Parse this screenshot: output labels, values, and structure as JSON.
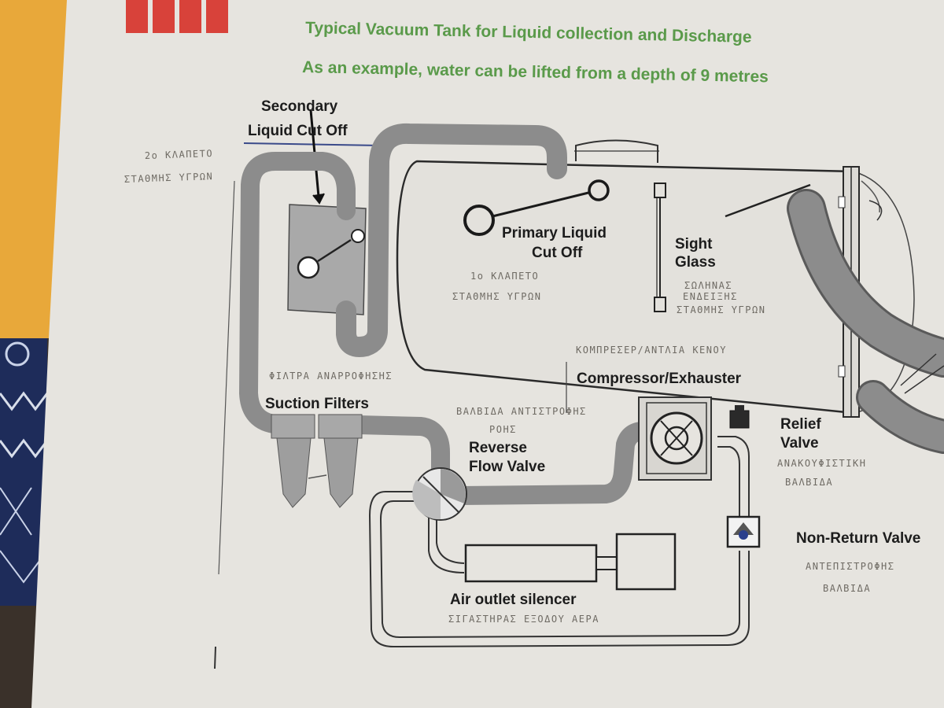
{
  "header": {
    "title_line1": "Typical Vacuum Tank for Liquid collection and Discharge",
    "title_line2": "As an example, water can be lifted from a depth of 9 metres",
    "title_color": "#5a9a4a",
    "logo_color": "#d8423a"
  },
  "labels": {
    "secondary_cutoff_1": "Secondary",
    "secondary_cutoff_2": "Liquid Cut Off",
    "primary_cutoff_1": "Primary Liquid",
    "primary_cutoff_2": "Cut Off",
    "sight_glass_1": "Sight",
    "sight_glass_2": "Glass",
    "compressor": "Compressor/Exhauster",
    "suction_filters": "Suction Filters",
    "reverse_flow_1": "Reverse",
    "reverse_flow_2": "Flow Valve",
    "relief_1": "Relief",
    "relief_2": "Valve",
    "non_return": "Non-Return Valve",
    "air_outlet": "Air outlet silencer"
  },
  "handwritten": {
    "secondary_1": "2ο ΚΛΑΠΕΤΟ",
    "secondary_2": "ΣΤΑΘΜΗΣ ΥΓΡΩΝ",
    "primary_1": "1ο ΚΛΑΠΕΤΟ",
    "primary_2": "ΣΤΑΘΜΗΣ ΥΓΡΩΝ",
    "sight_1": "ΣΩΛΗΝΑΣ",
    "sight_2": "ΕΝΔΕΙΞΗΣ",
    "sight_3": "ΣΤΑΘΜΗΣ ΥΓΡΩΝ",
    "compressor": "ΚΟΜΠΡΕΣΕΡ/ΑΝΤΛΙΑ ΚΕΝΟΥ",
    "filters": "ΦΙΛΤΡΑ ΑΝΑΡΡΟΦΗΣΗΣ",
    "reverse_1": "ΒΑΛΒΙΔΑ ΑΝΤΙΣΤΡΟΦΗΣ",
    "reverse_2": "ΡΟΗΣ",
    "relief_1": "ΑΝΑΚΟΥΦΙΣΤΙΚΗ",
    "relief_2": "ΒΑΛΒΙΔΑ",
    "nonreturn_1": "ΑΝΤΕΠΙΣΤΡΟΦΗΣ",
    "nonreturn_2": "ΒΑΛΒΙΔΑ",
    "silencer": "ΣΙΓΑΣΤΗΡΑΣ ΕΞΟΔΟΥ ΑΕΡΑ"
  },
  "colors": {
    "paper": "#e6e4df",
    "folder": "#e8a83a",
    "pipe": "#8c8c8c",
    "ink": "#1c1c1c"
  }
}
